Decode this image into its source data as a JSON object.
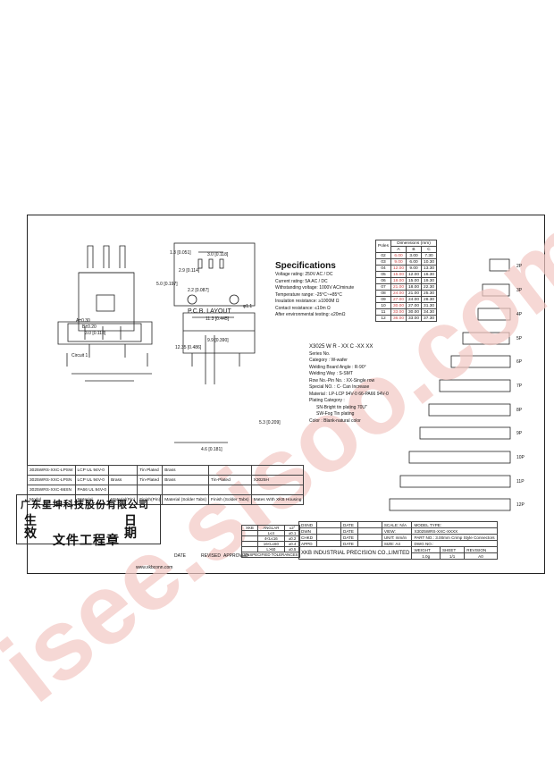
{
  "watermark": "isee.sisoo.com",
  "spec": {
    "title": "Specifications",
    "items": [
      "Voltage rating: 250V AC / DC",
      "Current rating: 5A  AC / DC",
      "Withstanding voltage: 1000V AC/minute",
      "Temperature range: -25°C~+85°C",
      "Insulation resistance: ≥1000M Ω",
      "Contact resistance: ≤10m Ω",
      "After environmental testing: ≤20mΩ"
    ]
  },
  "drawing": {
    "pcb_caption": "P.C.B. LAYOUT",
    "dims": [
      "1.3 [0.051]",
      "3.0 [0.118]",
      "2.9 [0.114]",
      "5.0 [0.197]",
      "2.2 [0.087]",
      "A±0.30",
      "B±0.20",
      "3.0 [0.118]",
      "11.3 [0.445]",
      "9.9 [0.390]",
      "4.6 [0.181]",
      "12.35 [0.486]",
      "5.3 [0.209]"
    ],
    "circuit": "Circuit 1",
    "phi": "φ1.1"
  },
  "dim_table": {
    "title": "Dimensions (mm)",
    "headers": [
      "Poles",
      "A",
      "B",
      "C"
    ],
    "rows": [
      [
        "02",
        "6.00",
        "3.00",
        "7.30"
      ],
      [
        "03",
        "9.00",
        "6.00",
        "10.30"
      ],
      [
        "04",
        "12.00",
        "9.00",
        "13.30"
      ],
      [
        "05",
        "15.00",
        "12.00",
        "16.30"
      ],
      [
        "06",
        "18.00",
        "15.00",
        "19.30"
      ],
      [
        "07",
        "21.00",
        "18.00",
        "22.30"
      ],
      [
        "08",
        "24.00",
        "21.00",
        "25.30"
      ],
      [
        "09",
        "27.00",
        "24.00",
        "28.30"
      ],
      [
        "10",
        "30.00",
        "27.00",
        "31.30"
      ],
      [
        "11",
        "33.00",
        "30.00",
        "34.30"
      ],
      [
        "12",
        "36.00",
        "33.00",
        "37.30"
      ]
    ]
  },
  "code": {
    "part": "X3025 W R - XX C -XX XX",
    "lines": [
      "Series No.",
      "Category : W-wafer",
      "Welding Board Angle : R-90°",
      "Welding Way : S-SMT",
      "Row No.-Pin No. : XX-Single row",
      "Special NO. : C- Can Increase",
      "Material : LP-LCP 94V-0  66-PA66 94V-0",
      "Plating Category :",
      "SN-Bright tin plating 70U\"",
      "SW-Fog Tin plating",
      "Color : Blank-natural color"
    ]
  },
  "connectors": [
    "2P",
    "3P",
    "4P",
    "5P",
    "6P",
    "7P",
    "8P",
    "9P",
    "10P",
    "11P",
    "12P"
  ],
  "materials": {
    "rows": [
      [
        "3025WRS-XXC-LPSW",
        "LCP UL 94V-0",
        "",
        "Tin Plated",
        "Brass",
        "",
        ""
      ],
      [
        "3025WRS-XXC-LPSN",
        "LCP UL 94V-0",
        "Brass",
        "Tin-Plated",
        "Brass",
        "Tin-Plated",
        "X3025H"
      ],
      [
        "3025WRS-XXC-66SN",
        "PA66 UL 94V-0",
        "",
        "",
        "",
        "",
        ""
      ],
      [
        "Model",
        "Material",
        "Material(Pin)",
        "Finish(Pin)",
        "Material (Solder Tabs)",
        "Finish (Solder Tabs)",
        "Mates With XKB Housing"
      ]
    ]
  },
  "stamp": {
    "line1": "广东星坤科技股份有限公司",
    "line2a": "生",
    "line2b": "效",
    "line2c": "日",
    "line2d": "期",
    "line3": "文件工程章"
  },
  "tolerance": {
    "header": [
      "XKB",
      "ANGLAR",
      "±2°"
    ],
    "rows": [
      [
        "",
        "L≤4",
        "±0.1"
      ],
      [
        "",
        "4<L≤16",
        "±0.2"
      ],
      [
        "",
        "16<L≤60",
        "±0.4"
      ],
      [
        "",
        "L>60",
        "±0.5"
      ]
    ],
    "footer": "UNSPECIFIED TOLERANCES"
  },
  "rev_row": [
    "DATE",
    "REVISED",
    "APPROVED"
  ],
  "title_block": {
    "dsnd": "DSND",
    "dwn": "DWN",
    "chkd": "CHKD",
    "appd": "APPD",
    "date": "DATE",
    "scale": "SCALE: N/A",
    "view": "VIEW:",
    "unit": "UNIT: mm/in",
    "size": "SIZE: A4",
    "model_type_label": "MODEL TYPE:",
    "model_type": "X3025WRS-XXC-XXXX",
    "part_no_label": "PART NO.:",
    "part_no": "3.00mm Crimp Style Connectors",
    "dwg_no": "DWG NO.:",
    "company": "XKB INDUSTRIAL PRECISION CO.,LIMITED",
    "weight_label": "WEIGHT",
    "weight": "1.0g",
    "sheet_label": "SHEET",
    "sheet": "1/1",
    "revision_label": "REVISION",
    "revision": "A0"
  },
  "footer_left": "www.xkbconn.com",
  "colors": {
    "line": "#222222",
    "watermark": "#f2c7c3",
    "accent": "#c44444"
  }
}
